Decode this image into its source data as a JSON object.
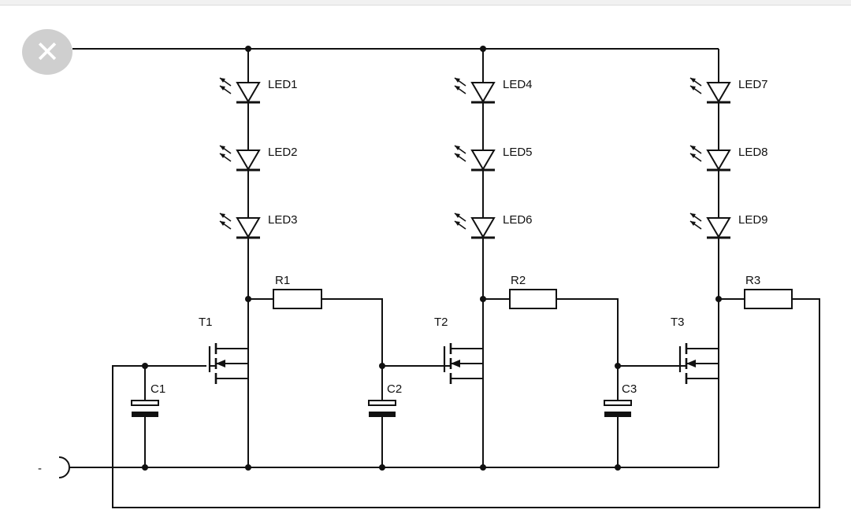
{
  "diagram": {
    "terminals": {
      "positive_label": "",
      "negative_label": "-"
    },
    "leds": [
      "LED1",
      "LED2",
      "LED3",
      "LED4",
      "LED5",
      "LED6",
      "LED7",
      "LED8",
      "LED9"
    ],
    "resistors": [
      "R1",
      "R2",
      "R3"
    ],
    "transistors": [
      "T1",
      "T2",
      "T3"
    ],
    "capacitors": [
      "C1",
      "C2",
      "C3"
    ]
  },
  "overlay": {
    "close_icon": "close-icon",
    "close_glyph": "✕"
  }
}
